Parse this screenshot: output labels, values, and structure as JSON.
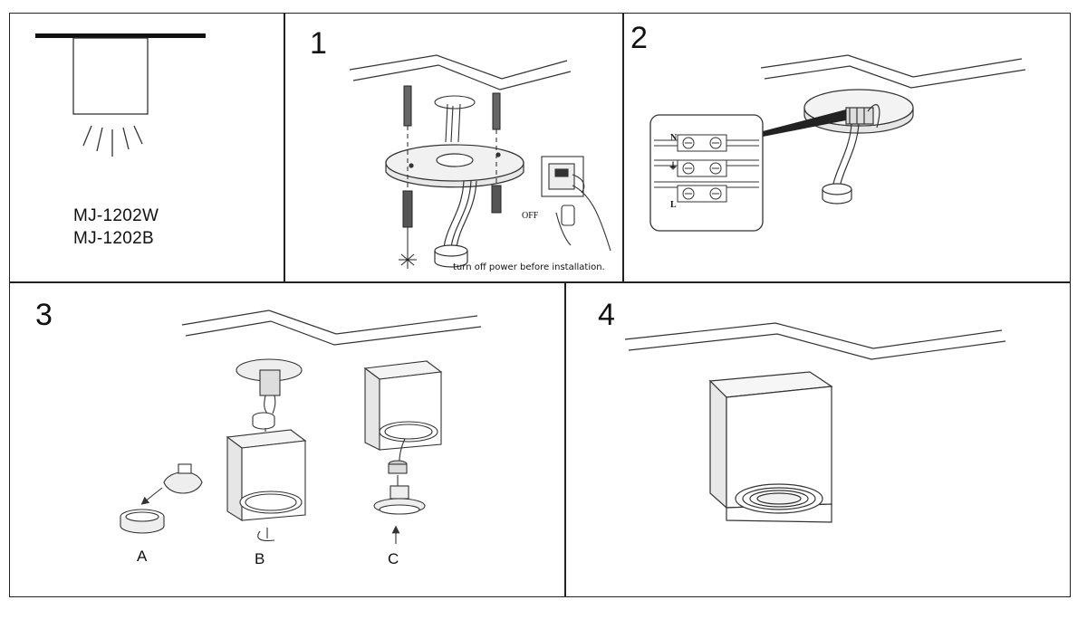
{
  "panel0": {
    "models": [
      "MJ-1202W",
      "MJ-1202B"
    ]
  },
  "step1": {
    "number": "1",
    "switch_state": "OFF",
    "note": "turn off power before installation."
  },
  "step2": {
    "number": "2",
    "terminal_labels": [
      "N",
      "⏚",
      "L"
    ]
  },
  "step3": {
    "number": "3",
    "part_labels": [
      "A",
      "B",
      "C"
    ]
  },
  "step4": {
    "number": "4"
  }
}
